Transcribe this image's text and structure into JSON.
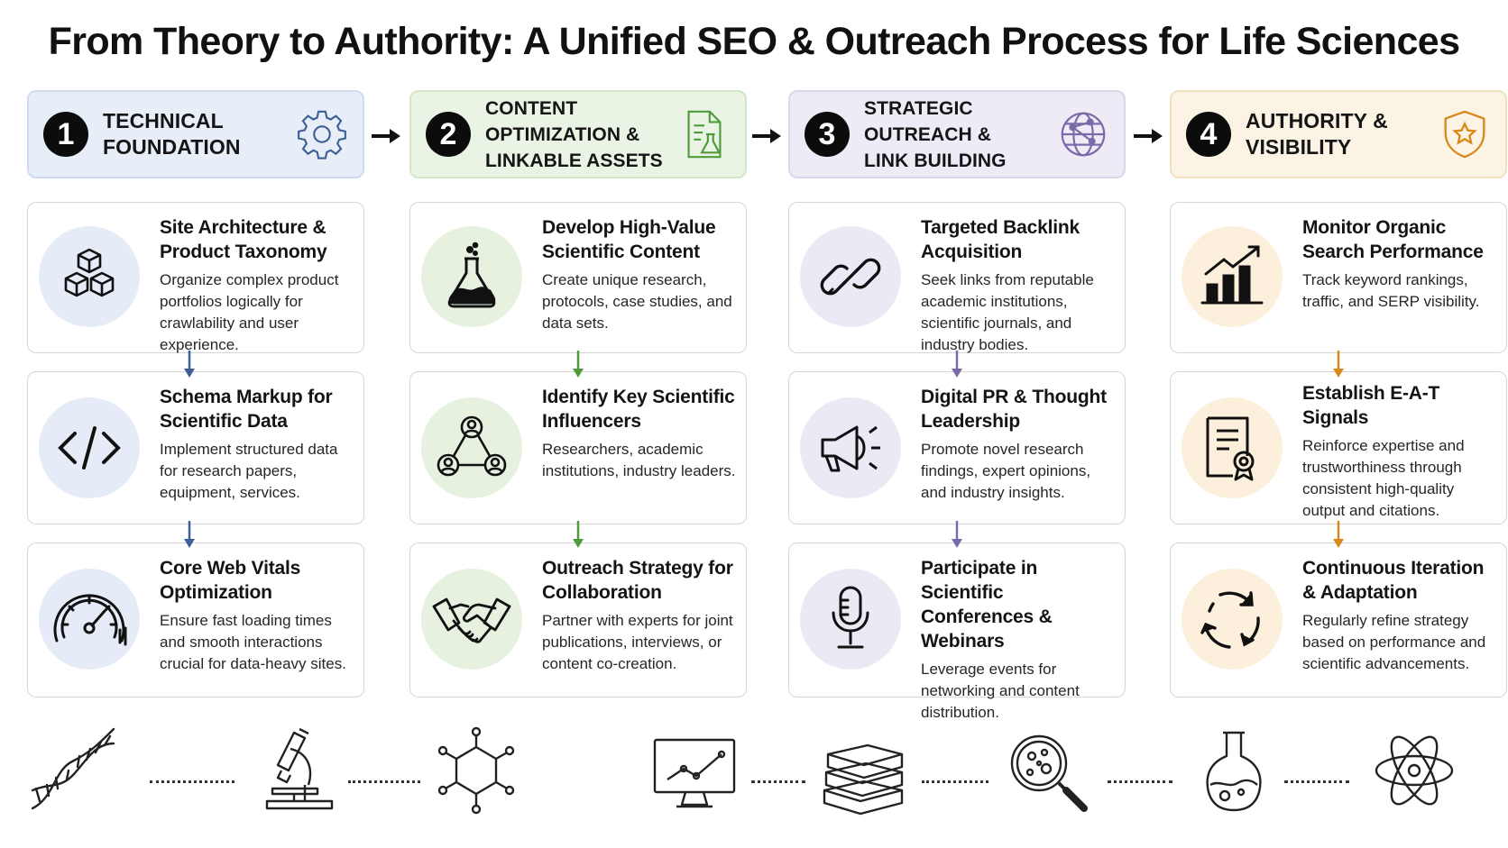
{
  "title": "From Theory to Authority: A Unified SEO & Outreach Process for Life Sciences",
  "colors": {
    "blue": "#3d5f96",
    "green": "#4f9a3a",
    "purple": "#7a6aa8",
    "orange": "#d9891c"
  },
  "phases": [
    {
      "number": "1",
      "title_line1": "Technical",
      "title_line2": "Foundation",
      "icon": "gear-icon",
      "cards": [
        {
          "title": "Site Architecture & Product Taxonomy",
          "desc": "Organize complex product portfolios logically for crawlability and user experience.",
          "icon": "cubes-icon"
        },
        {
          "title": "Schema Markup for Scientific Data",
          "desc": "Implement structured data for research papers, equipment, services.",
          "icon": "code-icon"
        },
        {
          "title": "Core Web Vitals Optimization",
          "desc": "Ensure fast loading times and smooth interactions crucial for data-heavy sites.",
          "icon": "speedometer-icon"
        }
      ]
    },
    {
      "number": "2",
      "title_line1": "Content Optimization &",
      "title_line2": "Linkable Assets",
      "icon": "document-flask-icon",
      "cards": [
        {
          "title": "Develop High-Value Scientific Content",
          "desc": "Create unique research, protocols, case studies, and data sets.",
          "icon": "flask-icon"
        },
        {
          "title": "Identify Key Scientific Influencers",
          "desc": "Researchers, academic institutions, industry leaders.",
          "icon": "network-people-icon"
        },
        {
          "title": "Outreach Strategy for Collaboration",
          "desc": "Partner with experts for joint publications, interviews, or content co-creation.",
          "icon": "handshake-icon"
        }
      ]
    },
    {
      "number": "3",
      "title_line1": "Strategic Outreach &",
      "title_line2": "Link Building",
      "icon": "globe-network-icon",
      "cards": [
        {
          "title": "Targeted Backlink Acquisition",
          "desc": "Seek links from reputable academic institutions, scientific journals, and industry bodies.",
          "icon": "chain-link-icon"
        },
        {
          "title": "Digital PR & Thought Leadership",
          "desc": "Promote novel research findings, expert opinions, and industry insights.",
          "icon": "megaphone-icon"
        },
        {
          "title": "Participate in Scientific Conferences & Webinars",
          "desc": "Leverage events for networking and content distribution.",
          "icon": "microphone-icon"
        }
      ]
    },
    {
      "number": "4",
      "title_line1": "Authority &",
      "title_line2": "Visibility",
      "icon": "shield-star-icon",
      "cards": [
        {
          "title": "Monitor Organic Search Performance",
          "desc": "Track keyword rankings, traffic, and SERP visibility.",
          "icon": "growth-chart-icon"
        },
        {
          "title": "Establish E-A-T Signals",
          "desc": "Reinforce expertise and trustworthiness through consistent high-quality output and citations.",
          "icon": "certificate-icon"
        },
        {
          "title": "Continuous Iteration & Adaptation",
          "desc": "Regularly refine strategy based on performance and scientific advancements.",
          "icon": "cycle-arrows-icon"
        }
      ]
    }
  ],
  "footer_icons": [
    "dna-icon",
    "microscope-icon",
    "molecule-icon",
    "monitor-chart-icon",
    "books-icon",
    "petri-dish-icon",
    "flask-icon",
    "atom-icon"
  ]
}
